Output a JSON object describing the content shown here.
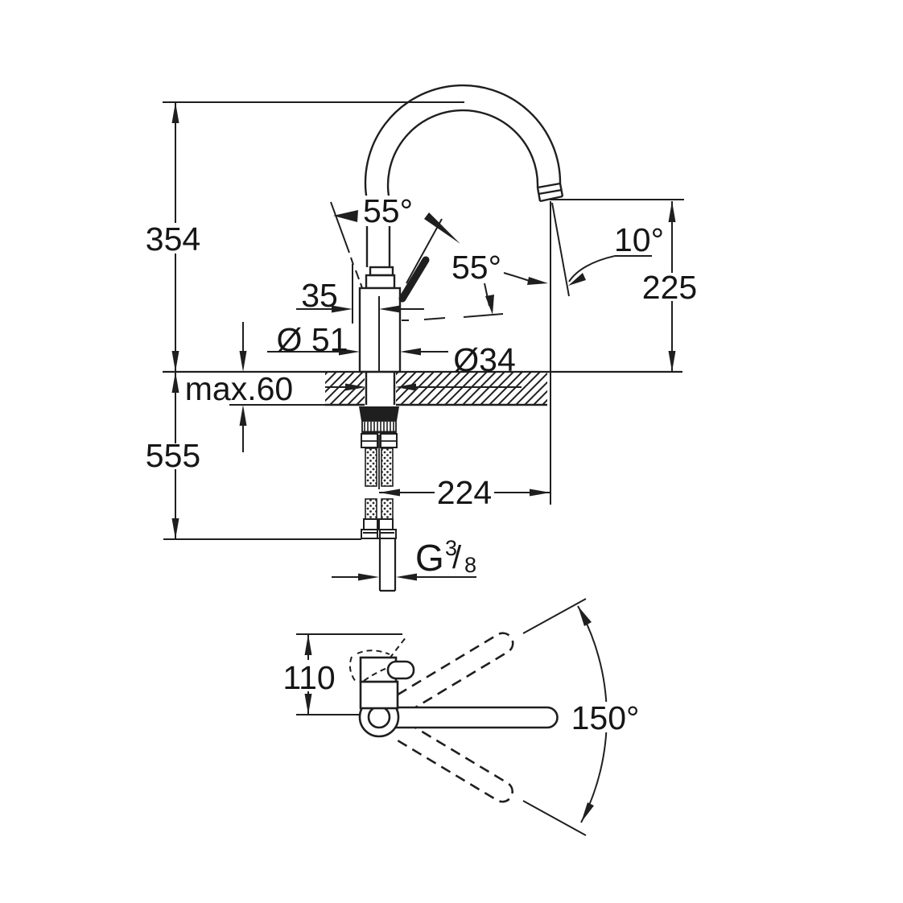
{
  "page": {
    "background": "#ffffff",
    "ink": "#1f1f1f"
  },
  "side_view": {
    "total_height": "354",
    "below_counter_depth": "555",
    "max_counter_thickness": "max.60",
    "cartridge_offset": "35",
    "base_diameter": "Ø 51",
    "shank_diameter": "Ø34",
    "lever_travel_angle": "55°",
    "lever_open_angle": "55°",
    "spout_tilt_angle": "10°",
    "spout_outlet_height": "225",
    "spout_reach": "224",
    "thread": {
      "prefix": "G",
      "numerator": "3",
      "slash": "/",
      "denominator": "8"
    }
  },
  "plan_view": {
    "lever_depth": "110",
    "swivel_angle": "150°"
  }
}
